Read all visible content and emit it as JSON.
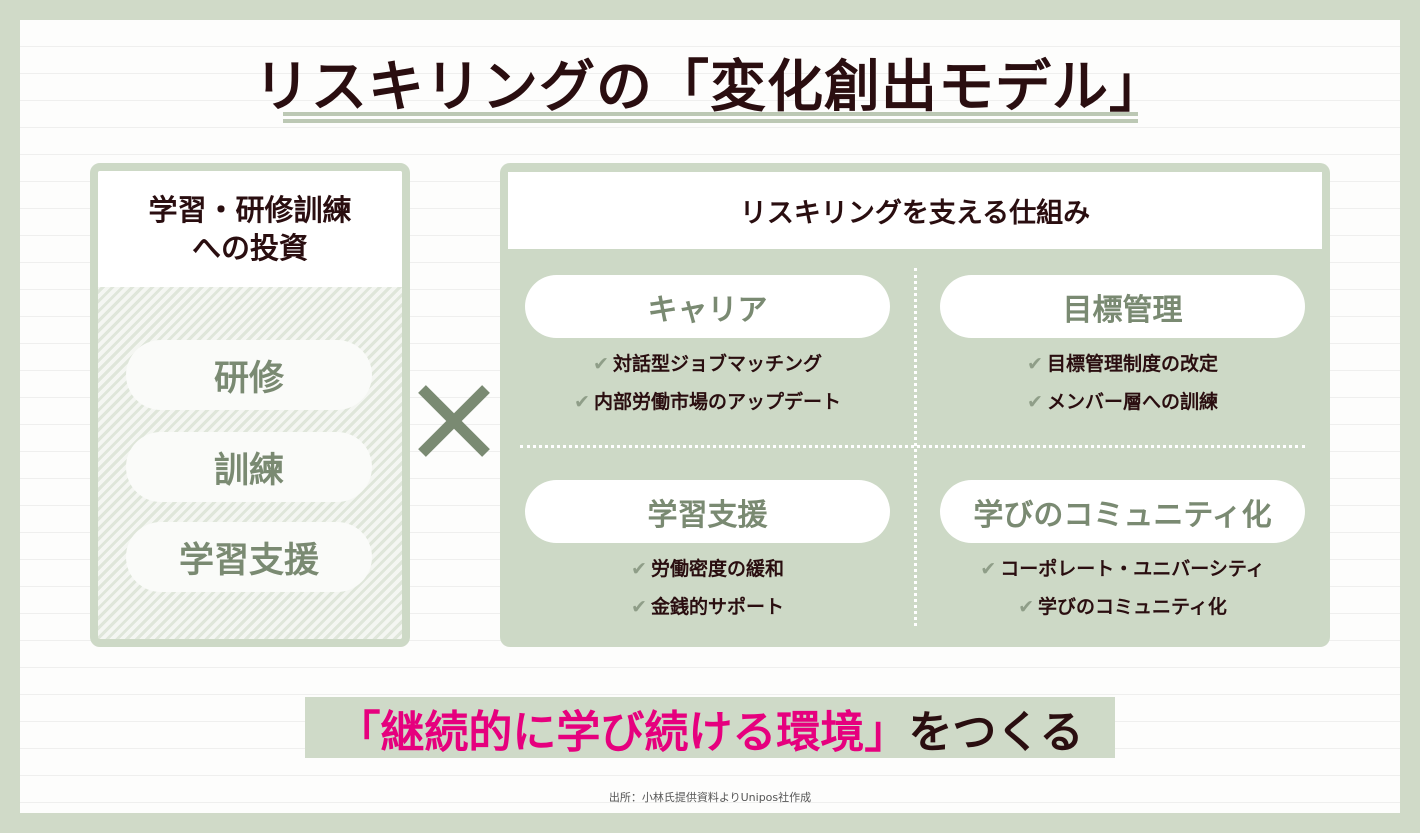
{
  "title": "リスキリングの「変化創出モデル」",
  "left": {
    "heading_line1": "学習・研修訓練",
    "heading_line2": "への投資",
    "items": [
      "研修",
      "訓練",
      "学習支援"
    ]
  },
  "operator": "×",
  "right": {
    "heading": "リスキリングを支える仕組み",
    "quadrants": [
      {
        "label": "キャリア",
        "items": [
          "対話型ジョブマッチング",
          "内部労働市場のアップデート"
        ]
      },
      {
        "label": "目標管理",
        "items": [
          "目標管理制度の改定",
          "メンバー層への訓練"
        ]
      },
      {
        "label": "学習支援",
        "items": [
          "労働密度の緩和",
          "金銭的サポート"
        ]
      },
      {
        "label": "学びのコミュニティ化",
        "items": [
          "コーポレート・ユニバーシティ",
          "学びのコミュニティ化"
        ]
      }
    ]
  },
  "banner": {
    "highlight": "「継続的に学び続ける環境」",
    "rest": "をつくる"
  },
  "source": "出所：小林氏提供資料よりUnipos社作成",
  "colors": {
    "accent": "#e6007e",
    "sage": "#cdd9c6",
    "pill_text": "#7a8a72",
    "text": "#2a0e10"
  }
}
